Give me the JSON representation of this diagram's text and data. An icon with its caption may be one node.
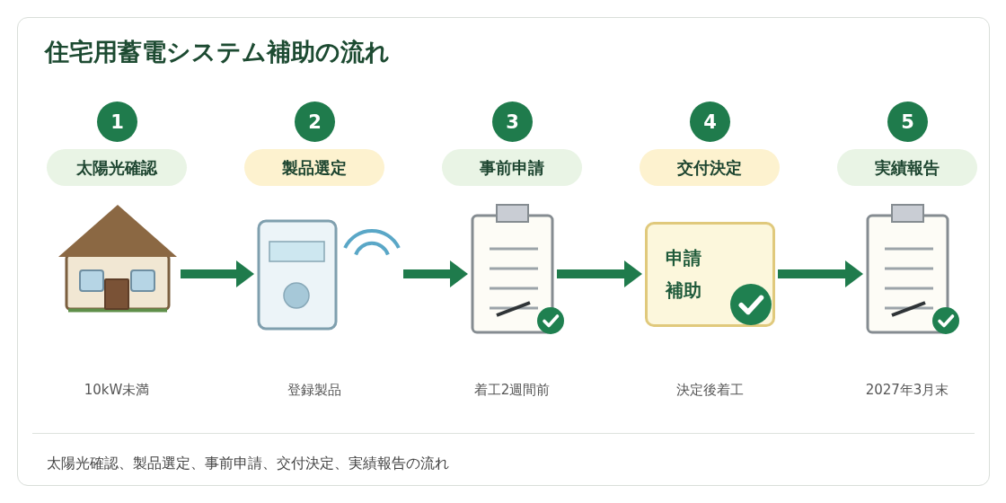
{
  "diagram": {
    "title": "住宅用蓄電システム補助の流れ",
    "caption": "太陽光確認、製品選定、事前申請、交付決定、実績報告の流れ",
    "nodes": [
      {
        "text": [
          "1"
        ]
      },
      {
        "text": [
          "太陽光確認"
        ]
      },
      {
        "text": [],
        "shape": "picture"
      },
      {
        "text": [
          "2"
        ]
      },
      {
        "text": [
          "製品選定"
        ]
      },
      {
        "text": [],
        "shape": "picture"
      },
      {
        "text": [
          "3"
        ]
      },
      {
        "text": [
          "事前申請"
        ]
      },
      {
        "text": [],
        "shape": "picture"
      },
      {
        "text": [
          "4"
        ]
      },
      {
        "text": [
          "交付決定"
        ]
      },
      {
        "text": [
          "申請",
          "補助"
        ]
      },
      {
        "text": [
          "5"
        ]
      },
      {
        "text": [
          "実績報告"
        ]
      },
      {
        "text": [],
        "shape": "picture"
      }
    ],
    "edges": [
      {
        "from": 2,
        "to": 5,
        "arrow": "to"
      },
      {
        "from": 5,
        "to": 8,
        "arrow": "to"
      },
      {
        "from": 8,
        "to": 11,
        "arrow": "to"
      },
      {
        "from": 11,
        "to": 14,
        "arrow": "to"
      }
    ],
    "labels": [
      "10kW未満",
      "登録製品",
      "着工2週間前",
      "決定後着工",
      "2027年3月末"
    ]
  }
}
